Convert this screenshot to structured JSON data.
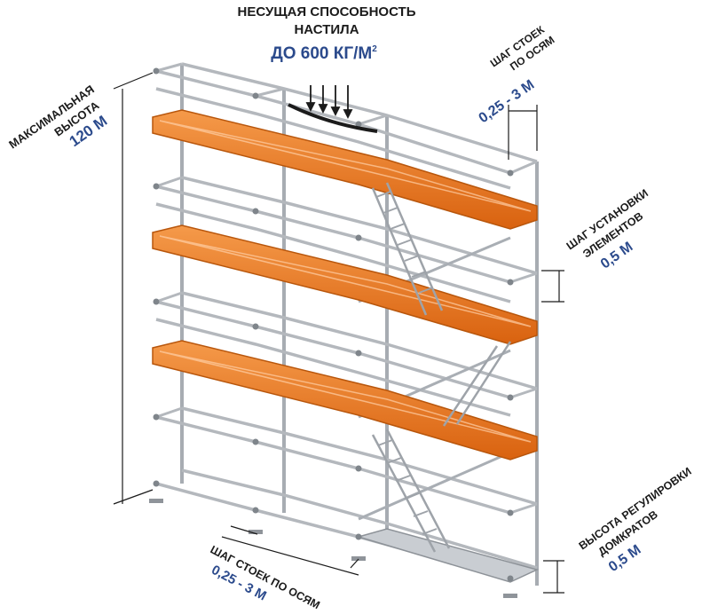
{
  "labels": {
    "load_title_line1": "НЕСУЩАЯ СПОСОБНОСТЬ",
    "load_title_line2": "НАСТИЛА",
    "load_value": "ДО 600 КГ/М",
    "load_value_sup": "2",
    "max_height_line1": "МАКСИМАЛЬНАЯ",
    "max_height_line2": "ВЫСОТА",
    "max_height_value": "120 М",
    "post_step_axes_line1": "ШАГ СТОЕК",
    "post_step_axes_line2": "ПО ОСЯМ",
    "post_step_axes_value": "0,25 - 3 М",
    "install_step_line1": "ШАГ УСТАНОВКИ",
    "install_step_line2": "ЭЛЕМЕНТОВ",
    "install_step_value": "0,5 М",
    "bottom_post_step_line1": "ШАГ СТОЕК ПО ОСЯМ",
    "bottom_post_step_value": "0,25 - 3 М",
    "jack_height_line1": "ВЫСОТА РЕГУЛИРОВКИ",
    "jack_height_line2": "ДОМКРАТОВ",
    "jack_height_value": "0,5 М"
  },
  "colors": {
    "steel": "#c3c7cc",
    "steel_dark": "#8b9096",
    "deck_orange": "#ef7a1d",
    "deck_orange_dark": "#c85f10",
    "text_dark": "#1b1b1b",
    "text_blue": "#2b4a8c"
  }
}
